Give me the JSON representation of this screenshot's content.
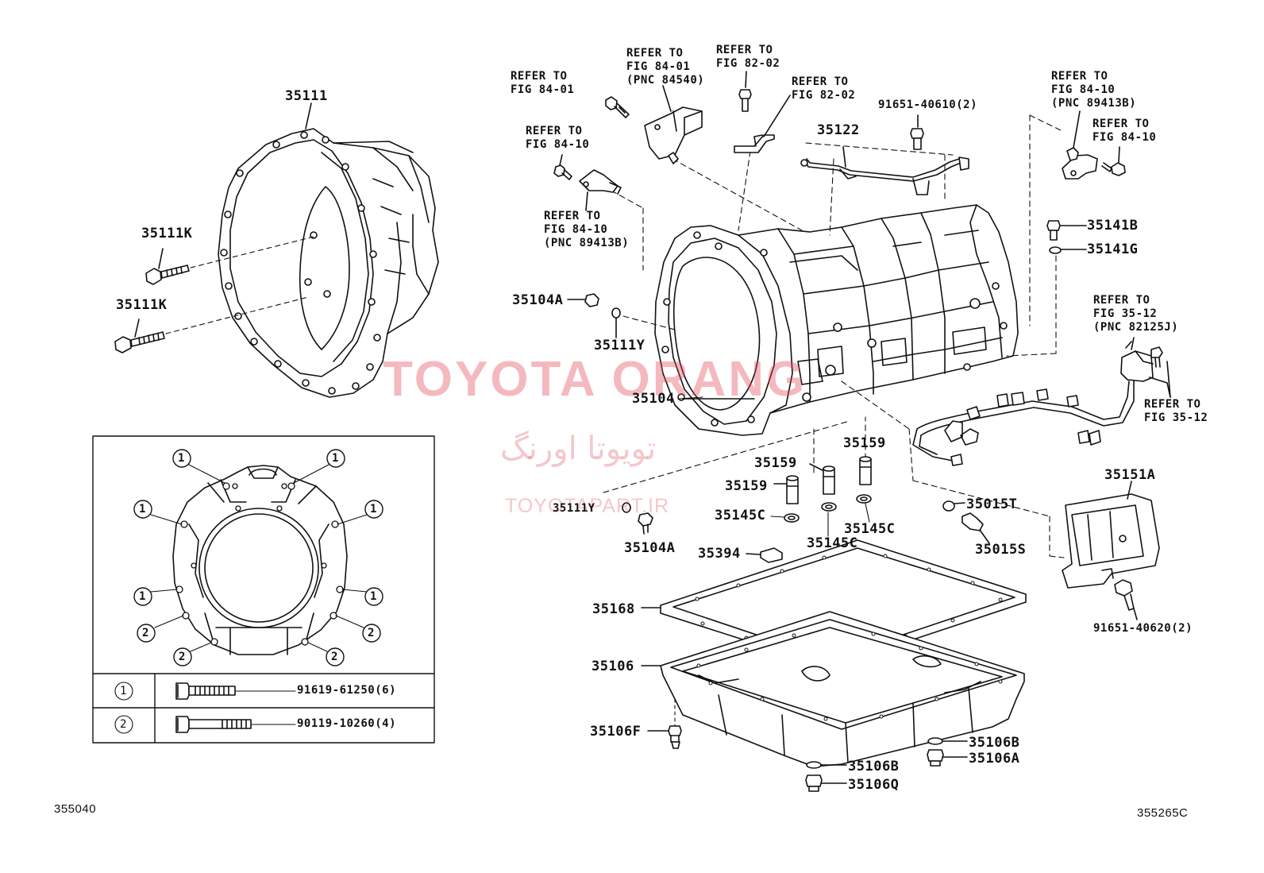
{
  "watermark": {
    "brand": "TOYOTA ORANG",
    "persian": "تویوتا اورنگ",
    "site": "TOYOTAPART.IR"
  },
  "parts": {
    "p35111": "35111",
    "p35111k_a": "35111K",
    "p35111k_b": "35111K",
    "p35104a_top": "35104A",
    "p35111y_top": "35111Y",
    "p35104": "35104",
    "p35122": "35122",
    "p91651_40610": "91651-40610(2)",
    "p35141b": "35141B",
    "p35141g": "35141G",
    "p35159_a": "35159",
    "p35159_b": "35159",
    "p35159_c": "35159",
    "p35111y_bot": "35111Y",
    "p35145c_a": "35145C",
    "p35145c_b": "35145C",
    "p35145c_c": "35145C",
    "p35104a_bot": "35104A",
    "p35015t": "35015T",
    "p35015s": "35015S",
    "p35151a": "35151A",
    "p35394": "35394",
    "p35168": "35168",
    "p35106": "35106",
    "p91651_40620": "91651-40620(2)",
    "p35106f": "35106F",
    "p35106b_a": "35106B",
    "p35106a": "35106A",
    "p35106b_b": "35106B",
    "p35106q": "35106Q"
  },
  "refs": {
    "r_84_01_left": "REFER TO\nFIG 84-01",
    "r_84_01_pnc": "REFER TO\nFIG 84-01\n(PNC 84540)",
    "r_82_02_a": "REFER TO\nFIG 82-02",
    "r_82_02_b": "REFER TO\nFIG 82-02",
    "r_84_10_a": "REFER TO\nFIG 84-10",
    "r_84_10_pnc_a": "REFER TO\nFIG 84-10\n(PNC 89413B)",
    "r_84_10_pnc_b": "REFER TO\nFIG 84-10\n(PNC 89413B)",
    "r_84_10_b": "REFER TO\nFIG 84-10",
    "r_35_12_pnc": "REFER TO\nFIG 35-12\n(PNC 82125J)",
    "r_35_12": "REFER TO\nFIG 35-12"
  },
  "bolt_table": {
    "markers": {
      "one": "1",
      "two": "2"
    },
    "rows": [
      {
        "marker": "1",
        "part": "91619-61250(6)"
      },
      {
        "marker": "2",
        "part": "90119-10260(4)"
      }
    ]
  },
  "codes": {
    "left": "355040",
    "right": "355265C"
  }
}
